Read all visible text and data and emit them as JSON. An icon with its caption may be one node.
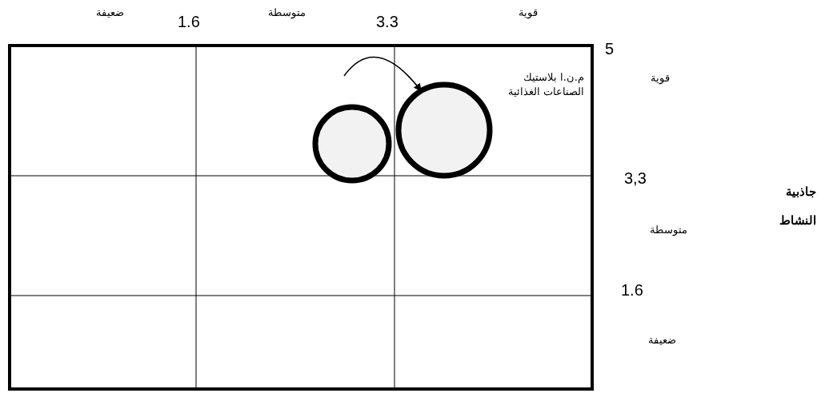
{
  "diagram": {
    "nodes": [
      {
        "text": [],
        "shape": "circle"
      },
      {
        "text": [],
        "shape": "circle",
        "beside": [
          "م.ن.ا بلاستيك الصناعات الغذائية"
        ]
      }
    ],
    "edges": [
      {
        "from": null,
        "to": 1,
        "arrow": "to"
      }
    ],
    "labels": [
      "ضعيفة",
      "1.6",
      "متوسطة",
      "3.3",
      "قوية",
      "5",
      "قوية",
      "جاذبية النشاط",
      "3,3",
      "متوسطة",
      "1.6",
      "ضعيفة"
    ]
  }
}
